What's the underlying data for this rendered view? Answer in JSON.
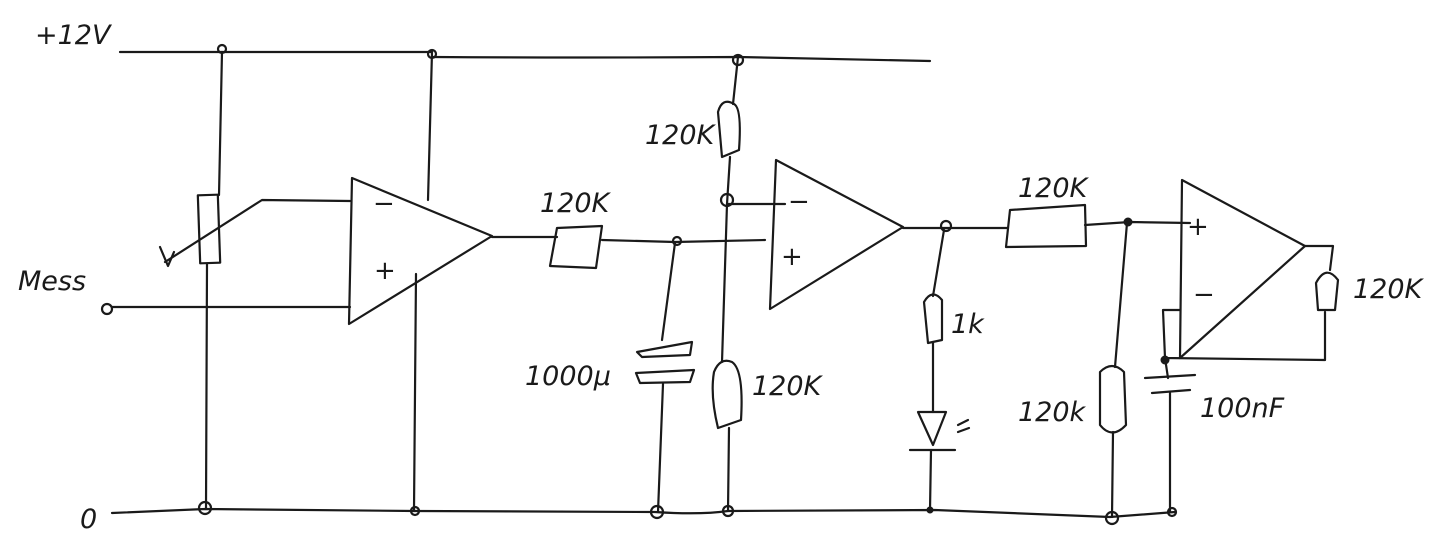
{
  "labels": {
    "supply": "+12V",
    "ground": "0",
    "input": "Mess",
    "r_top": "120K",
    "r_series1": "120K",
    "c_elko": "1000μ",
    "r_bottom": "120K",
    "r_series2": "120K",
    "r_led": "1k",
    "r_out": "120K",
    "r_ground2": "120k",
    "c_small": "100nF"
  },
  "opamp_signs": {
    "minus": "−",
    "plus": "+"
  },
  "colors": {
    "ink": "#1a1a1a",
    "paper": "#ffffff"
  }
}
